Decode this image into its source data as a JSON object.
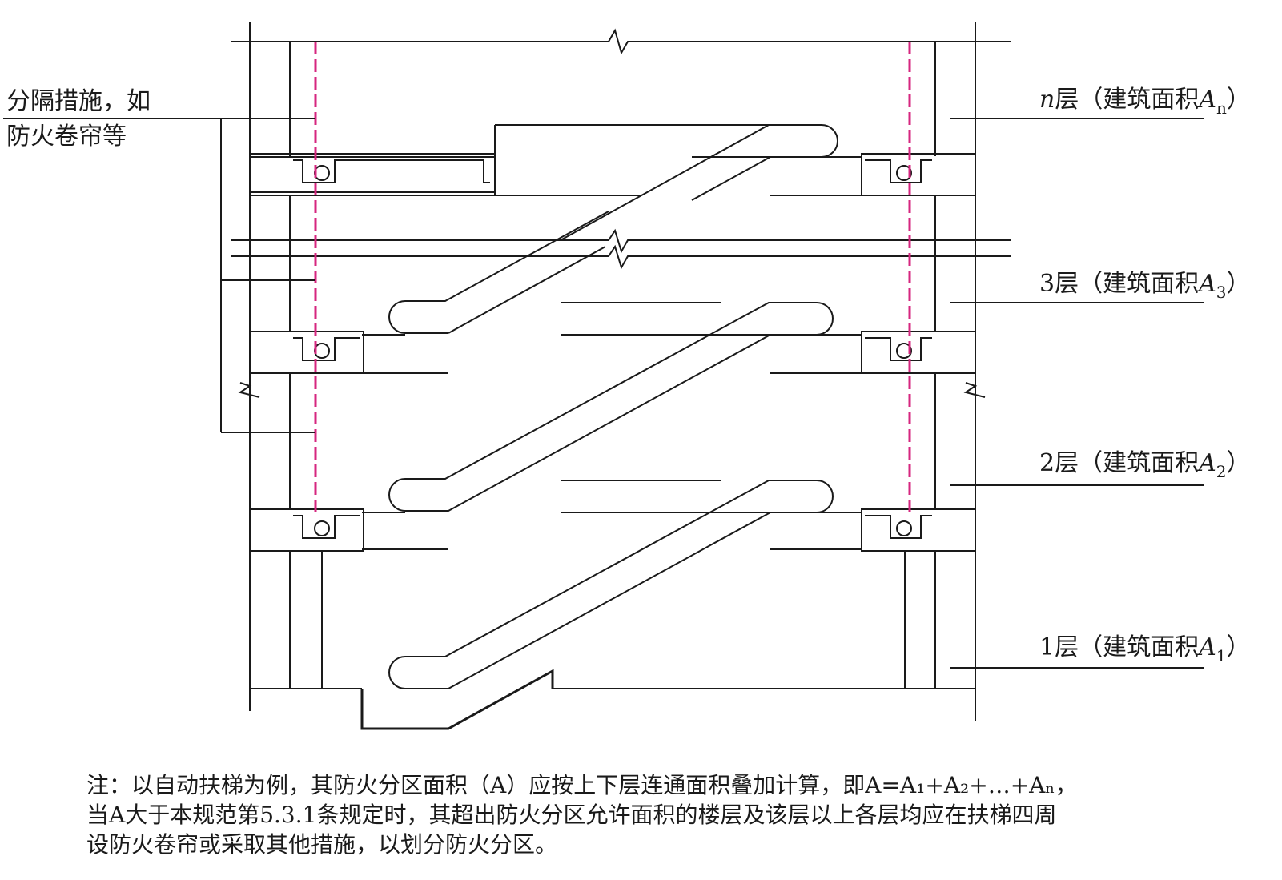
{
  "callout_left": {
    "line1": "分隔措施，如",
    "line2": "防火卷帘等"
  },
  "floors": [
    {
      "prefix": "n",
      "label": "层（建筑面积",
      "var": "A",
      "sub": "n",
      "close": "）"
    },
    {
      "prefix": "3",
      "label": "层（建筑面积",
      "var": "A",
      "sub": "3",
      "close": "）"
    },
    {
      "prefix": "2",
      "label": "层（建筑面积",
      "var": "A",
      "sub": "2",
      "close": "）"
    },
    {
      "prefix": "1",
      "label": "层（建筑面积",
      "var": "A",
      "sub": "1",
      "close": "）"
    }
  ],
  "note": {
    "line1": "注：以自动扶梯为例，其防火分区面积（A）应按上下层连通面积叠加计算，即A=A₁+A₂+…+Aₙ，",
    "line2": "当A大于本规范第5.3.1条规定时，其超出防火分区允许面积的楼层及该层以上各层均应在扶梯四周",
    "line3": "设防火卷帘或采取其他措施，以划分防火分区。"
  },
  "colors": {
    "line": "#1a1a1a",
    "fire_curtain": "#d6267f",
    "background": "#ffffff"
  }
}
